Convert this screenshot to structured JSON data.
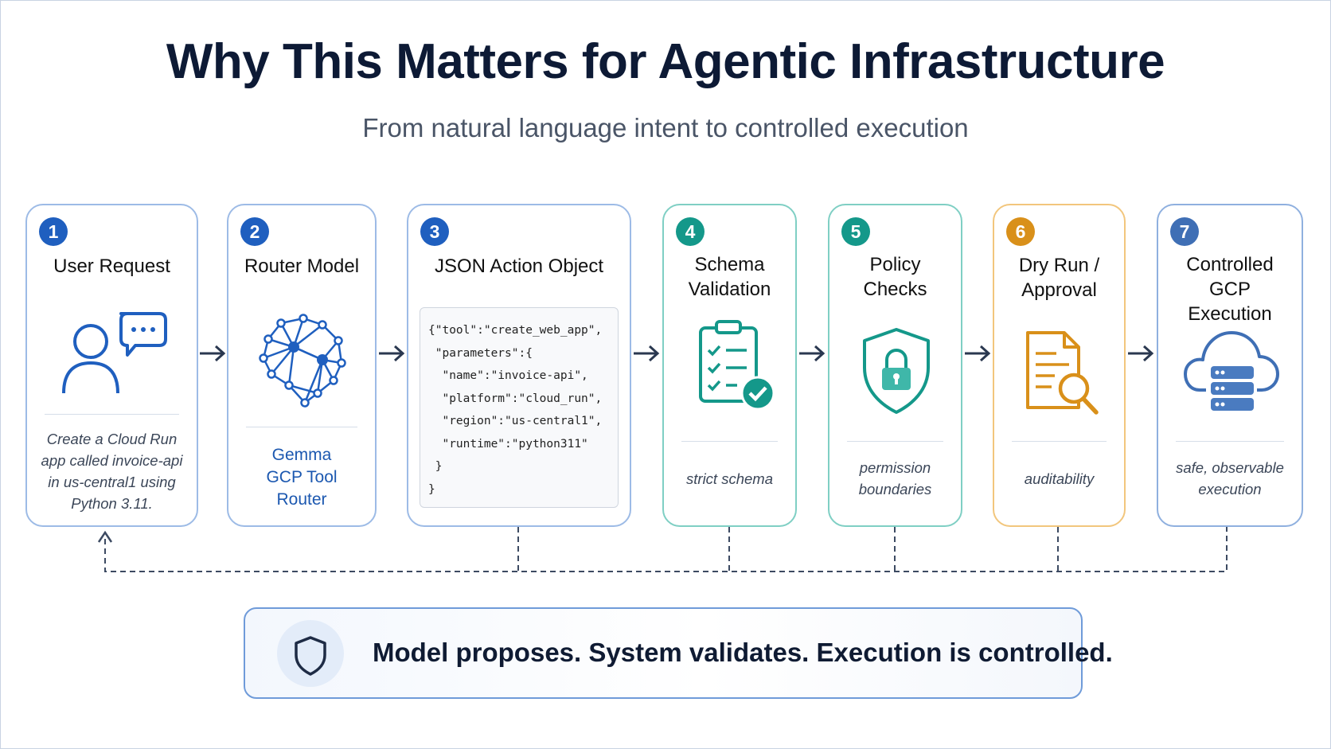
{
  "title": "Why This Matters for Agentic Infrastructure",
  "subtitle": "From natural language intent to controlled execution",
  "steps": [
    {
      "number": "1",
      "title": "User Request",
      "caption": "Create a Cloud Run app called invoice-api in us-central1 using Python 3.11.",
      "icon": "user-chat-icon",
      "color": "#1f5fbf"
    },
    {
      "number": "2",
      "title": "Router Model",
      "caption": "Gemma GCP Tool Router",
      "icon": "neural-network-icon",
      "color": "#1f5fbf"
    },
    {
      "number": "3",
      "title": "JSON Action Object",
      "code": [
        "{\"tool\":\"create_web_app\",",
        " \"parameters\":{",
        "  \"name\":\"invoice-api\",",
        "  \"platform\":\"cloud_run\",",
        "  \"region\":\"us-central1\",",
        "  \"runtime\":\"python311\"",
        " }",
        "}"
      ],
      "color": "#1f5fbf"
    },
    {
      "number": "4",
      "title": "Schema Validation",
      "caption": "strict schema",
      "icon": "clipboard-check-icon",
      "color": "#14988a"
    },
    {
      "number": "5",
      "title": "Policy Checks",
      "caption": "permission boundaries",
      "icon": "shield-lock-icon",
      "color": "#14988a"
    },
    {
      "number": "6",
      "title": "Dry Run / Approval",
      "caption": "auditability",
      "icon": "document-search-icon",
      "color": "#d9901a"
    },
    {
      "number": "7",
      "title": "Controlled GCP Execution",
      "caption": "safe, observable execution",
      "icon": "cloud-server-icon",
      "color": "#3f6fb5"
    }
  ],
  "banner": {
    "text": "Model proposes. System validates. Execution is controlled.",
    "icon": "shield-icon"
  }
}
